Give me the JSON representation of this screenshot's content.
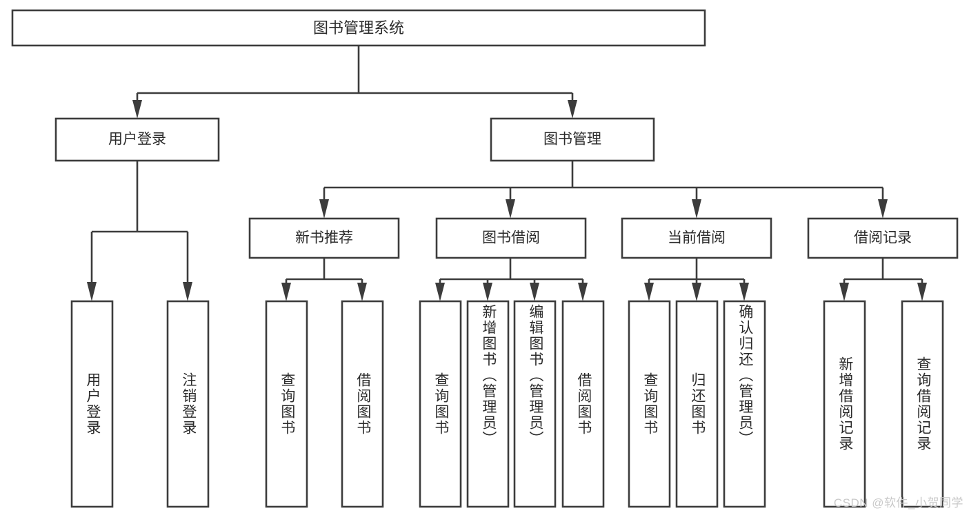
{
  "diagram": {
    "type": "tree-hierarchy-chart",
    "title": "图书管理系统",
    "line_color": "#3c3c3c",
    "box_fill": "#ffffff",
    "text_color": "#2b2b2b",
    "watermark": "CSDN @软件_小贺同学",
    "levels": {
      "root": {
        "label": "图书管理系统"
      },
      "level2": [
        {
          "label": "用户登录"
        },
        {
          "label": "图书管理"
        }
      ],
      "level3": [
        {
          "label": "新书推荐"
        },
        {
          "label": "图书借阅"
        },
        {
          "label": "当前借阅"
        },
        {
          "label": "借阅记录"
        }
      ],
      "leaves": {
        "user_login": [
          {
            "label": "用户登录"
          },
          {
            "label": "注销登录"
          }
        ],
        "new_book_recommend": [
          {
            "label": "查询图书"
          },
          {
            "label": "借阅图书"
          }
        ],
        "book_borrow": [
          {
            "label": "查询图书"
          },
          {
            "label": "新增图书（管理员）"
          },
          {
            "label": "编辑图书（管理员）"
          },
          {
            "label": "借阅图书"
          }
        ],
        "current_borrow": [
          {
            "label": "查询图书"
          },
          {
            "label": "归还图书"
          },
          {
            "label": "确认归还（管理员）"
          }
        ],
        "borrow_records": [
          {
            "label": "新增借阅记录"
          },
          {
            "label": "查询借阅记录"
          }
        ]
      }
    }
  }
}
